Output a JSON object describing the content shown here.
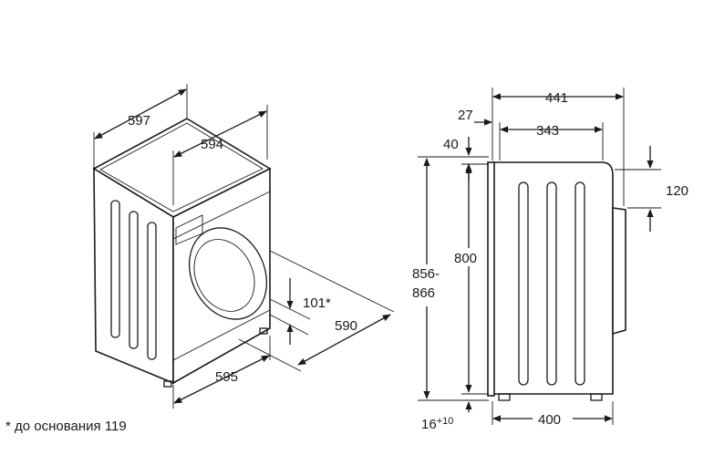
{
  "left_view": {
    "width_top": "597",
    "depth_top": "594",
    "door_depth": "101*",
    "depth_side": "590",
    "width_base": "595"
  },
  "right_view": {
    "total_depth": "441",
    "offset_back": "27",
    "cabinet_depth": "343",
    "top_offset": "40",
    "height_total_line1": "856-",
    "height_total_line2": "866",
    "cabinet_height": "800",
    "door_height": "120",
    "feet_base": "16",
    "feet_sup": "+10",
    "base_depth": "400"
  },
  "footnote": "* до основания 119"
}
